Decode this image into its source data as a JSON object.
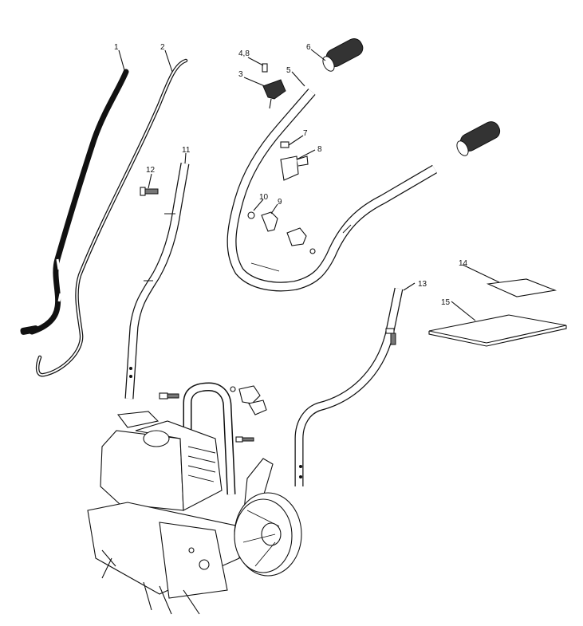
{
  "callouts": [
    {
      "id": "c1",
      "label": "1"
    },
    {
      "id": "c2",
      "label": "2"
    },
    {
      "id": "c3",
      "label": "3"
    },
    {
      "id": "c48",
      "label": "4,8"
    },
    {
      "id": "c5",
      "label": "5"
    },
    {
      "id": "c6",
      "label": "6"
    },
    {
      "id": "c7",
      "label": "7"
    },
    {
      "id": "c8",
      "label": "8"
    },
    {
      "id": "c9",
      "label": "9"
    },
    {
      "id": "c10",
      "label": "10"
    },
    {
      "id": "c11",
      "label": "11"
    },
    {
      "id": "c12",
      "label": "12"
    },
    {
      "id": "c13",
      "label": "13"
    },
    {
      "id": "c14",
      "label": "14"
    },
    {
      "id": "c15",
      "label": "15"
    }
  ]
}
